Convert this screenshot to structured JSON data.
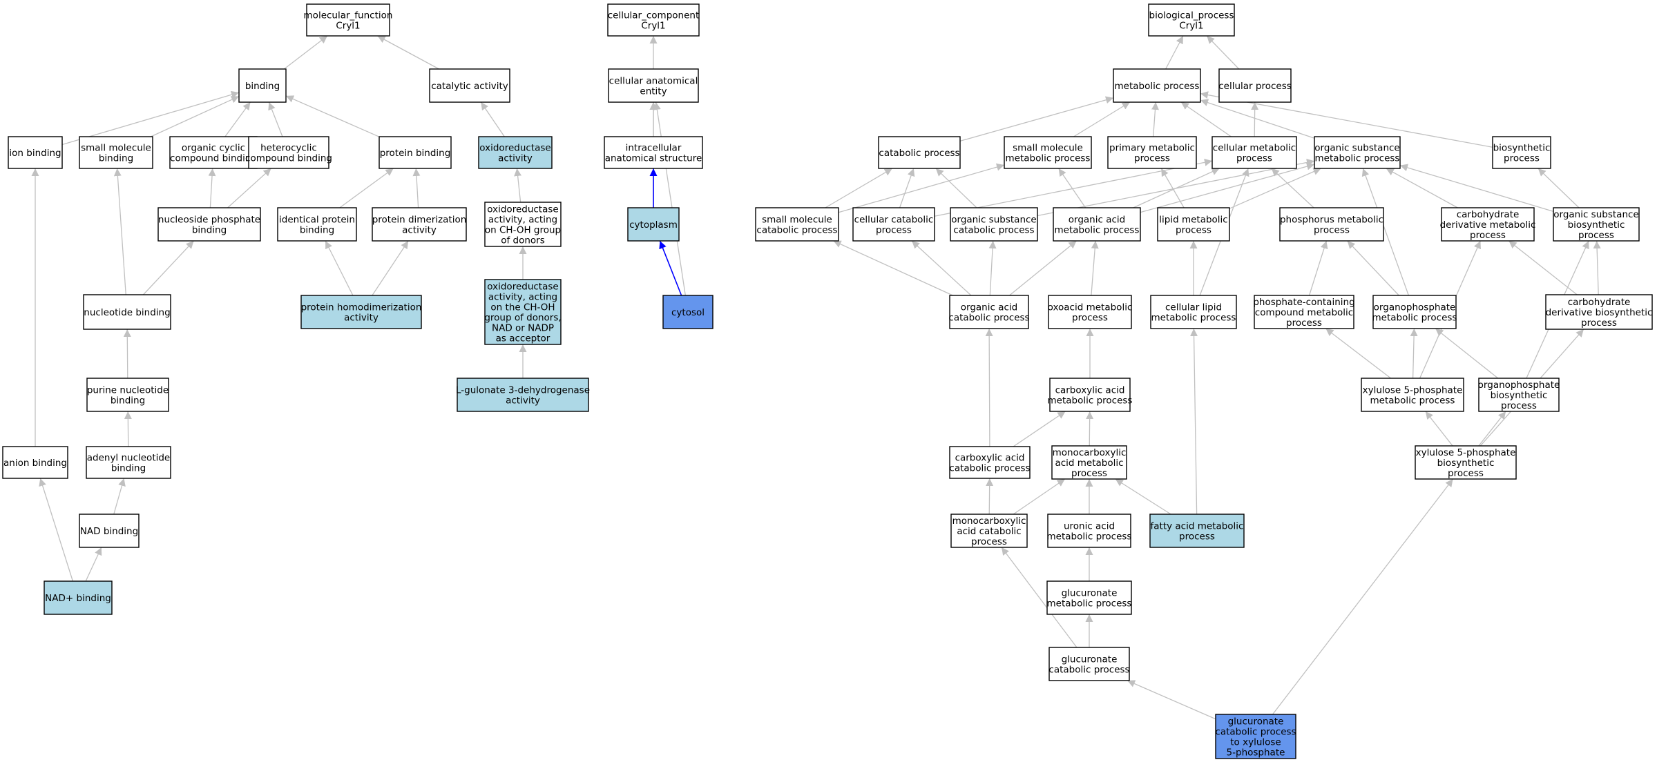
{
  "title": "",
  "colors": {
    "default_fill": "#ffffff",
    "highlight_fill": "#add8e6",
    "query_fill": "#6495ed",
    "edge_default": "#c0c0c0",
    "edge_highlight": "#0000ff"
  },
  "nodes": [
    {
      "id": "mf",
      "label": [
        "molecular_function",
        "Cryl1"
      ],
      "style": "default"
    },
    {
      "id": "binding",
      "label": [
        "binding"
      ],
      "style": "default"
    },
    {
      "id": "catalytic",
      "label": [
        "catalytic activity"
      ],
      "style": "default"
    },
    {
      "id": "ion_binding",
      "label": [
        "ion binding"
      ],
      "style": "default"
    },
    {
      "id": "small_mol_binding",
      "label": [
        "small molecule",
        "binding"
      ],
      "style": "default"
    },
    {
      "id": "org_cyclic",
      "label": [
        "organic cyclic",
        "compound binding"
      ],
      "style": "default"
    },
    {
      "id": "heterocyclic",
      "label": [
        "heterocyclic",
        "compound binding"
      ],
      "style": "default"
    },
    {
      "id": "protein_binding",
      "label": [
        "protein binding"
      ],
      "style": "default"
    },
    {
      "id": "oxidoreductase",
      "label": [
        "oxidoreductase",
        "activity"
      ],
      "style": "highlight"
    },
    {
      "id": "nuc_phos_binding",
      "label": [
        "nucleoside phosphate",
        "binding"
      ],
      "style": "default"
    },
    {
      "id": "identical_protein",
      "label": [
        "identical protein",
        "binding"
      ],
      "style": "default"
    },
    {
      "id": "protein_dimer",
      "label": [
        "protein dimerization",
        "activity"
      ],
      "style": "default"
    },
    {
      "id": "oxido_choh",
      "label": [
        "oxidoreductase",
        "activity, acting",
        "on CH-OH group",
        "of donors"
      ],
      "style": "default"
    },
    {
      "id": "nucleotide_binding",
      "label": [
        "nucleotide binding"
      ],
      "style": "default"
    },
    {
      "id": "protein_homodimer",
      "label": [
        "protein homodimerization",
        "activity"
      ],
      "style": "highlight"
    },
    {
      "id": "oxido_nad",
      "label": [
        "oxidoreductase",
        "activity, acting",
        "on the CH-OH",
        "group of donors,",
        "NAD or NADP",
        "as acceptor"
      ],
      "style": "highlight"
    },
    {
      "id": "purine_nuc",
      "label": [
        "purine nucleotide",
        "binding"
      ],
      "style": "default"
    },
    {
      "id": "lgulonate",
      "label": [
        "L-gulonate 3-dehydrogenase",
        "activity"
      ],
      "style": "highlight"
    },
    {
      "id": "anion_binding",
      "label": [
        "anion binding"
      ],
      "style": "default"
    },
    {
      "id": "adenyl_nuc",
      "label": [
        "adenyl nucleotide",
        "binding"
      ],
      "style": "default"
    },
    {
      "id": "nad_binding",
      "label": [
        "NAD binding"
      ],
      "style": "default"
    },
    {
      "id": "nadplus_binding",
      "label": [
        "NAD+ binding"
      ],
      "style": "highlight"
    },
    {
      "id": "cc",
      "label": [
        "cellular_component",
        "Cryl1"
      ],
      "style": "default"
    },
    {
      "id": "cell_anat",
      "label": [
        "cellular anatomical",
        "entity"
      ],
      "style": "default"
    },
    {
      "id": "intracellular",
      "label": [
        "intracellular",
        "anatomical structure"
      ],
      "style": "default"
    },
    {
      "id": "cytoplasm",
      "label": [
        "cytoplasm"
      ],
      "style": "highlight"
    },
    {
      "id": "cytosol",
      "label": [
        "cytosol"
      ],
      "style": "query"
    },
    {
      "id": "bp",
      "label": [
        "biological_process",
        "Cryl1"
      ],
      "style": "default"
    },
    {
      "id": "metabolic",
      "label": [
        "metabolic process"
      ],
      "style": "default"
    },
    {
      "id": "cellular_proc",
      "label": [
        "cellular process"
      ],
      "style": "default"
    },
    {
      "id": "catabolic",
      "label": [
        "catabolic process"
      ],
      "style": "default"
    },
    {
      "id": "small_mol_met",
      "label": [
        "small molecule",
        "metabolic process"
      ],
      "style": "default"
    },
    {
      "id": "primary_met",
      "label": [
        "primary metabolic",
        "process"
      ],
      "style": "default"
    },
    {
      "id": "cellular_met",
      "label": [
        "cellular metabolic",
        "process"
      ],
      "style": "default"
    },
    {
      "id": "org_subst_met",
      "label": [
        "organic substance",
        "metabolic process"
      ],
      "style": "default"
    },
    {
      "id": "biosynthetic",
      "label": [
        "biosynthetic",
        "process"
      ],
      "style": "default"
    },
    {
      "id": "small_mol_cat",
      "label": [
        "small molecule",
        "catabolic process"
      ],
      "style": "default"
    },
    {
      "id": "cellular_cat",
      "label": [
        "cellular catabolic",
        "process"
      ],
      "style": "default"
    },
    {
      "id": "org_subst_cat",
      "label": [
        "organic substance",
        "catabolic process"
      ],
      "style": "default"
    },
    {
      "id": "org_acid_met",
      "label": [
        "organic acid",
        "metabolic process"
      ],
      "style": "default"
    },
    {
      "id": "lipid_met",
      "label": [
        "lipid metabolic",
        "process"
      ],
      "style": "default"
    },
    {
      "id": "phosphorus_met",
      "label": [
        "phosphorus metabolic",
        "process"
      ],
      "style": "default"
    },
    {
      "id": "carb_deriv_met",
      "label": [
        "carbohydrate",
        "derivative metabolic",
        "process"
      ],
      "style": "default"
    },
    {
      "id": "org_subst_bio",
      "label": [
        "organic substance",
        "biosynthetic",
        "process"
      ],
      "style": "default"
    },
    {
      "id": "org_acid_cat",
      "label": [
        "organic acid",
        "catabolic process"
      ],
      "style": "default"
    },
    {
      "id": "oxoacid_met",
      "label": [
        "oxoacid metabolic",
        "process"
      ],
      "style": "default"
    },
    {
      "id": "cell_lipid_met",
      "label": [
        "cellular lipid",
        "metabolic process"
      ],
      "style": "default"
    },
    {
      "id": "phos_cont_met",
      "label": [
        "phosphate-containing",
        "compound metabolic",
        "process"
      ],
      "style": "default"
    },
    {
      "id": "organophos_met",
      "label": [
        "organophosphate",
        "metabolic process"
      ],
      "style": "default"
    },
    {
      "id": "carb_deriv_bio",
      "label": [
        "carbohydrate",
        "derivative biosynthetic",
        "process"
      ],
      "style": "default"
    },
    {
      "id": "carboxylic_met",
      "label": [
        "carboxylic acid",
        "metabolic process"
      ],
      "style": "default"
    },
    {
      "id": "xylulose_met",
      "label": [
        "xylulose 5-phosphate",
        "metabolic process"
      ],
      "style": "default"
    },
    {
      "id": "organophos_bio",
      "label": [
        "organophosphate",
        "biosynthetic",
        "process"
      ],
      "style": "default"
    },
    {
      "id": "carboxylic_cat",
      "label": [
        "carboxylic acid",
        "catabolic process"
      ],
      "style": "default"
    },
    {
      "id": "monocarbox_met",
      "label": [
        "monocarboxylic",
        "acid metabolic",
        "process"
      ],
      "style": "default"
    },
    {
      "id": "xylulose_bio",
      "label": [
        "xylulose 5-phosphate",
        "biosynthetic",
        "process"
      ],
      "style": "default"
    },
    {
      "id": "monocarbox_cat",
      "label": [
        "monocarboxylic",
        "acid catabolic",
        "process"
      ],
      "style": "default"
    },
    {
      "id": "uronic_met",
      "label": [
        "uronic acid",
        "metabolic process"
      ],
      "style": "default"
    },
    {
      "id": "fatty_acid_met",
      "label": [
        "fatty acid metabolic",
        "process"
      ],
      "style": "highlight"
    },
    {
      "id": "glucuronate_met",
      "label": [
        "glucuronate",
        "metabolic process"
      ],
      "style": "default"
    },
    {
      "id": "glucuronate_cat",
      "label": [
        "glucuronate",
        "catabolic process"
      ],
      "style": "default"
    },
    {
      "id": "glucuronate_xyl",
      "label": [
        "glucuronate",
        "catabolic process",
        "to xylulose",
        "5-phosphate"
      ],
      "style": "query"
    }
  ],
  "edges": [
    {
      "from": "binding",
      "to": "mf"
    },
    {
      "from": "catalytic",
      "to": "mf"
    },
    {
      "from": "ion_binding",
      "to": "binding"
    },
    {
      "from": "small_mol_binding",
      "to": "binding"
    },
    {
      "from": "org_cyclic",
      "to": "binding"
    },
    {
      "from": "heterocyclic",
      "to": "binding"
    },
    {
      "from": "protein_binding",
      "to": "binding"
    },
    {
      "from": "oxidoreductase",
      "to": "catalytic"
    },
    {
      "from": "nuc_phos_binding",
      "to": "org_cyclic"
    },
    {
      "from": "nuc_phos_binding",
      "to": "heterocyclic"
    },
    {
      "from": "identical_protein",
      "to": "protein_binding"
    },
    {
      "from": "protein_dimer",
      "to": "protein_binding"
    },
    {
      "from": "oxido_choh",
      "to": "oxidoreductase"
    },
    {
      "from": "nucleotide_binding",
      "to": "small_mol_binding"
    },
    {
      "from": "nucleotide_binding",
      "to": "nuc_phos_binding"
    },
    {
      "from": "protein_homodimer",
      "to": "identical_protein"
    },
    {
      "from": "protein_homodimer",
      "to": "protein_dimer"
    },
    {
      "from": "oxido_nad",
      "to": "oxido_choh"
    },
    {
      "from": "purine_nuc",
      "to": "nucleotide_binding"
    },
    {
      "from": "lgulonate",
      "to": "oxido_nad"
    },
    {
      "from": "anion_binding",
      "to": "ion_binding"
    },
    {
      "from": "adenyl_nuc",
      "to": "purine_nuc"
    },
    {
      "from": "nad_binding",
      "to": "adenyl_nuc"
    },
    {
      "from": "nadplus_binding",
      "to": "anion_binding"
    },
    {
      "from": "nadplus_binding",
      "to": "nad_binding"
    },
    {
      "from": "cell_anat",
      "to": "cc"
    },
    {
      "from": "intracellular",
      "to": "cell_anat"
    },
    {
      "from": "cytoplasm",
      "to": "cell_anat"
    },
    {
      "from": "cytoplasm",
      "to": "intracellular",
      "highlight": true
    },
    {
      "from": "cytosol",
      "to": "cytoplasm",
      "highlight": true
    },
    {
      "from": "cytosol",
      "to": "cell_anat"
    },
    {
      "from": "metabolic",
      "to": "bp"
    },
    {
      "from": "cellular_proc",
      "to": "bp"
    },
    {
      "from": "catabolic",
      "to": "metabolic"
    },
    {
      "from": "small_mol_met",
      "to": "metabolic"
    },
    {
      "from": "primary_met",
      "to": "metabolic"
    },
    {
      "from": "cellular_met",
      "to": "metabolic"
    },
    {
      "from": "cellular_met",
      "to": "cellular_proc"
    },
    {
      "from": "org_subst_met",
      "to": "metabolic"
    },
    {
      "from": "biosynthetic",
      "to": "metabolic"
    },
    {
      "from": "small_mol_cat",
      "to": "catabolic"
    },
    {
      "from": "small_mol_cat",
      "to": "small_mol_met"
    },
    {
      "from": "cellular_cat",
      "to": "catabolic"
    },
    {
      "from": "cellular_cat",
      "to": "cellular_met"
    },
    {
      "from": "org_subst_cat",
      "to": "catabolic"
    },
    {
      "from": "org_subst_cat",
      "to": "org_subst_met"
    },
    {
      "from": "org_acid_met",
      "to": "small_mol_met"
    },
    {
      "from": "org_acid_met",
      "to": "cellular_met"
    },
    {
      "from": "org_acid_met",
      "to": "org_subst_met"
    },
    {
      "from": "lipid_met",
      "to": "primary_met"
    },
    {
      "from": "lipid_met",
      "to": "org_subst_met"
    },
    {
      "from": "phosphorus_met",
      "to": "cellular_met"
    },
    {
      "from": "carb_deriv_met",
      "to": "org_subst_met"
    },
    {
      "from": "org_subst_bio",
      "to": "org_subst_met"
    },
    {
      "from": "org_subst_bio",
      "to": "biosynthetic"
    },
    {
      "from": "org_acid_cat",
      "to": "small_mol_cat"
    },
    {
      "from": "org_acid_cat",
      "to": "cellular_cat"
    },
    {
      "from": "org_acid_cat",
      "to": "org_subst_cat"
    },
    {
      "from": "org_acid_cat",
      "to": "org_acid_met"
    },
    {
      "from": "oxoacid_met",
      "to": "org_acid_met"
    },
    {
      "from": "cell_lipid_met",
      "to": "lipid_met"
    },
    {
      "from": "cell_lipid_met",
      "to": "cellular_met"
    },
    {
      "from": "phos_cont_met",
      "to": "phosphorus_met"
    },
    {
      "from": "organophos_met",
      "to": "phosphorus_met"
    },
    {
      "from": "organophos_met",
      "to": "org_subst_met"
    },
    {
      "from": "carb_deriv_bio",
      "to": "carb_deriv_met"
    },
    {
      "from": "carb_deriv_bio",
      "to": "org_subst_bio"
    },
    {
      "from": "carboxylic_met",
      "to": "oxoacid_met"
    },
    {
      "from": "xylulose_met",
      "to": "phos_cont_met"
    },
    {
      "from": "xylulose_met",
      "to": "organophos_met"
    },
    {
      "from": "xylulose_met",
      "to": "carb_deriv_met"
    },
    {
      "from": "organophos_bio",
      "to": "organophos_met"
    },
    {
      "from": "organophos_bio",
      "to": "org_subst_bio"
    },
    {
      "from": "carboxylic_cat",
      "to": "org_acid_cat"
    },
    {
      "from": "carboxylic_cat",
      "to": "carboxylic_met"
    },
    {
      "from": "monocarbox_met",
      "to": "carboxylic_met"
    },
    {
      "from": "xylulose_bio",
      "to": "xylulose_met"
    },
    {
      "from": "xylulose_bio",
      "to": "organophos_bio"
    },
    {
      "from": "xylulose_bio",
      "to": "carb_deriv_bio"
    },
    {
      "from": "monocarbox_cat",
      "to": "carboxylic_cat"
    },
    {
      "from": "monocarbox_cat",
      "to": "monocarbox_met"
    },
    {
      "from": "uronic_met",
      "to": "monocarbox_met"
    },
    {
      "from": "fatty_acid_met",
      "to": "monocarbox_met"
    },
    {
      "from": "fatty_acid_met",
      "to": "cell_lipid_met"
    },
    {
      "from": "glucuronate_met",
      "to": "uronic_met"
    },
    {
      "from": "glucuronate_cat",
      "to": "glucuronate_met"
    },
    {
      "from": "glucuronate_cat",
      "to": "monocarbox_cat"
    },
    {
      "from": "glucuronate_xyl",
      "to": "glucuronate_cat"
    },
    {
      "from": "glucuronate_xyl",
      "to": "xylulose_bio"
    }
  ]
}
